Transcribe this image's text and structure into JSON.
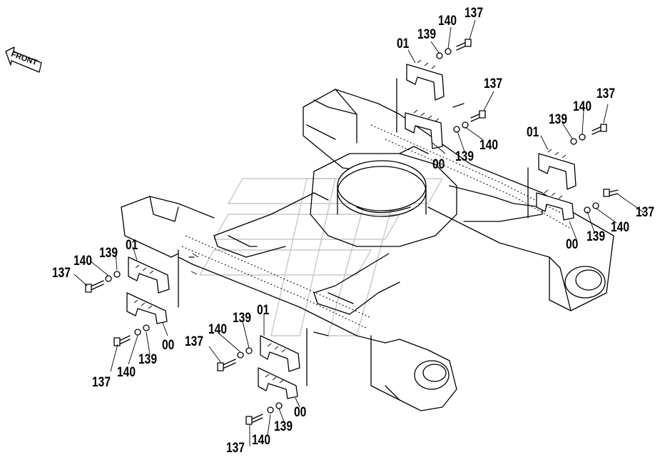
{
  "orientation": {
    "front_label": "FRONT"
  },
  "callouts": [
    {
      "id": "a",
      "parts": [
        "137",
        "139",
        "140",
        "01",
        "00"
      ]
    }
  ],
  "labels": {
    "a137": "137",
    "a140": "140",
    "a139": "139",
    "a01": "01",
    "a137b": "137",
    "a140b": "140",
    "a139b": "139",
    "a00": "00",
    "b137": "137",
    "b140": "140",
    "b139": "139",
    "b01": "01",
    "b137b": "137",
    "b140b": "140",
    "b139b": "139",
    "b00": "00",
    "c137": "137",
    "c140": "140",
    "c139": "139",
    "c01": "01",
    "c137b": "137",
    "c140b": "140",
    "c139b": "139",
    "c00": "00",
    "d137": "137",
    "d140": "140",
    "d139": "139",
    "d01": "01",
    "d137b": "137",
    "d140b": "140",
    "d139b": "139",
    "d00": "00"
  }
}
